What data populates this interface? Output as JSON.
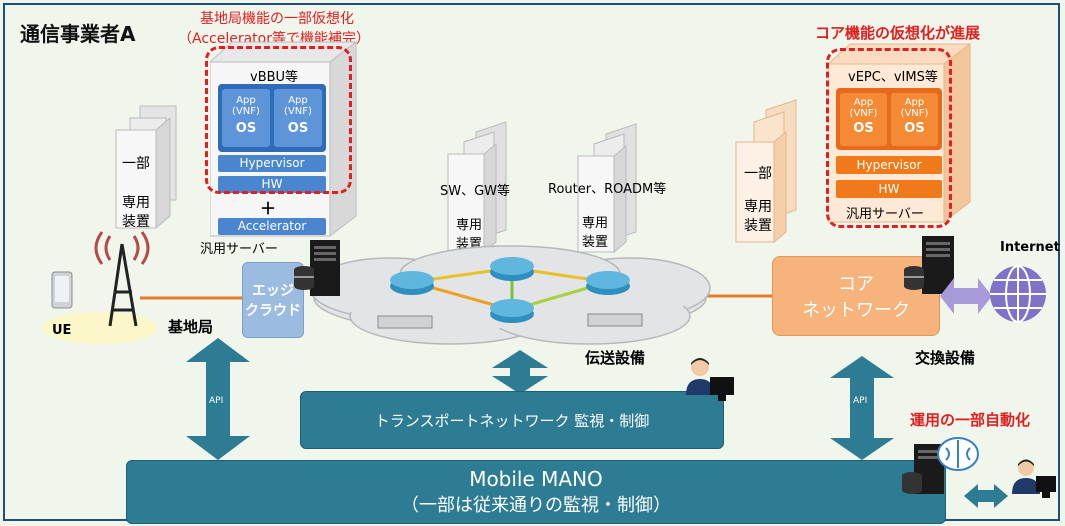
{
  "title": "通信事業者A",
  "annotations": {
    "bbu_note_line1": "基地局機能の一部仮想化",
    "bbu_note_line2": "（Accelerator等で機能補完）",
    "core_note": "コア機能の仮想化が進展",
    "ops_note": "運用の一部自動化"
  },
  "bbu_server": {
    "title": "vBBU等",
    "app_label": "App\n(VNF)",
    "os_label": "OS",
    "hypervisor": "Hypervisor",
    "hw": "HW",
    "plus": "＋",
    "accelerator": "Accelerator",
    "caption": "汎用サーバー"
  },
  "core_server": {
    "title": "vEPC、vIMS等",
    "app_label": "App\n(VNF)",
    "os_label": "OS",
    "hypervisor": "Hypervisor",
    "hw": "HW",
    "caption": "汎用サーバー"
  },
  "dedicated_left": {
    "line1": "一部",
    "line2": "専用",
    "line3": "装置"
  },
  "dedicated_right": {
    "line1": "一部",
    "line2": "専用",
    "line3": "装置"
  },
  "sw_gw": {
    "title": "SW、GW等",
    "line1": "専用",
    "line2": "装置"
  },
  "router": {
    "title": "Router、ROADM等",
    "line1": "専用",
    "line2": "装置"
  },
  "edge_cloud": {
    "line1": "エッジ",
    "line2": "クラウド"
  },
  "core_network": {
    "line1": "コア",
    "line2": "ネットワーク"
  },
  "labels": {
    "ue": "UE",
    "base_station": "基地局",
    "transport": "伝送設備",
    "exchange": "交換設備",
    "internet": "Internet",
    "api_left": "API",
    "api_right": "API"
  },
  "transport_panel": "トランスポートネットワーク 監視・制御",
  "mano": {
    "line1": "Mobile MANO",
    "line2": "（一部は従来通りの監視・制御）"
  },
  "colors": {
    "panel_blue": "#2d7c94",
    "vnf_blue": "#4a86d0",
    "vnf_orange": "#f07a1a",
    "red_accent": "#e02020",
    "edge_blue": "#9bbbe0",
    "core_orange": "#f6b47c",
    "background": "#f1f6ec"
  }
}
